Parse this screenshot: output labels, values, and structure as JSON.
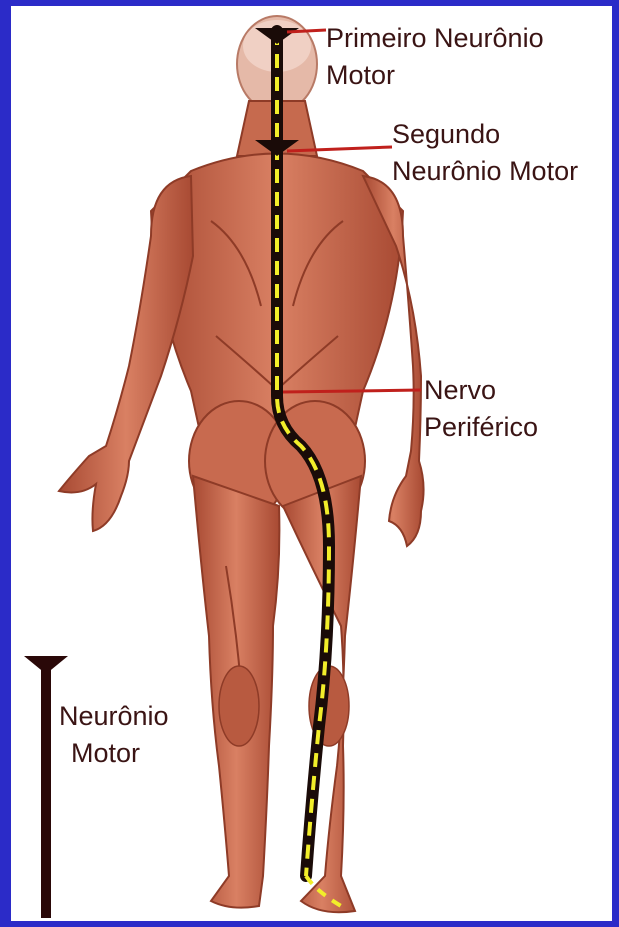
{
  "labels": {
    "first_motor_neuron": [
      "Primeiro Neurônio",
      "Motor"
    ],
    "second_motor_neuron": [
      "Segundo",
      "Neurônio Motor"
    ],
    "peripheral_nerve": [
      "Nervo",
      "Periférico"
    ],
    "motor_neuron": [
      "Neurônio",
      "Motor"
    ]
  },
  "colors": {
    "background_border": "#2b2bc8",
    "panel": "#ffffff",
    "muscle": "#c76a50",
    "muscle_dark": "#8e3b27",
    "pathway": "#1a0b08",
    "pathway_dash": "#f2ee2a",
    "leader_line": "#c0201c",
    "label_text": "#3a1414"
  }
}
